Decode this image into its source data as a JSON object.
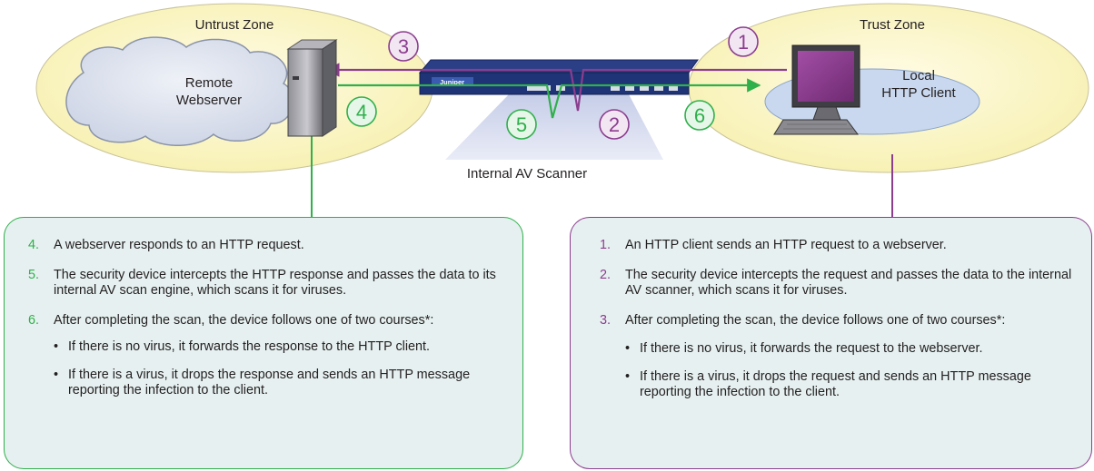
{
  "zones": {
    "untrust": "Untrust Zone",
    "trust": "Trust Zone"
  },
  "nodes": {
    "webserver": "Remote\nWebserver",
    "client": "Local\nHTTP Client",
    "scanner": "Internal AV Scanner",
    "device_brand": "Juniper"
  },
  "step_markers": [
    "①",
    "②",
    "③",
    "④",
    "⑤",
    "⑥"
  ],
  "left_panel": {
    "steps": [
      {
        "num": "4.",
        "text": "A webserver responds to an HTTP request."
      },
      {
        "num": "5.",
        "text": "The security device intercepts the HTTP response and passes the data to its internal AV scan engine, which scans it for viruses."
      },
      {
        "num": "6.",
        "text": "After completing the scan, the device follows one of two courses*:"
      }
    ],
    "bullets": [
      "If there is no virus, it forwards the response to the HTTP client.",
      "If there is a virus, it drops the response and sends an HTTP message reporting the infection to the client."
    ]
  },
  "right_panel": {
    "steps": [
      {
        "num": "1.",
        "text": "An HTTP client sends an HTTP request to a webserver."
      },
      {
        "num": "2.",
        "text": "The security device intercepts the request and passes the data to the internal AV scanner, which scans it for viruses."
      },
      {
        "num": "3.",
        "text": "After completing the scan, the device follows one of two courses*:"
      }
    ],
    "bullets": [
      "If there is no virus, it forwards the request to the webserver.",
      "If there is a virus, it drops the request and sends an HTTP message reporting the infection to the client."
    ]
  },
  "bullet_glyph": "•",
  "colors": {
    "request": "#8b3d8e",
    "response": "#2fb04b",
    "zone_fill": "#fdf7c8",
    "cloud_fill": "#dde3ee",
    "panel_fill": "#e6f0f0"
  }
}
